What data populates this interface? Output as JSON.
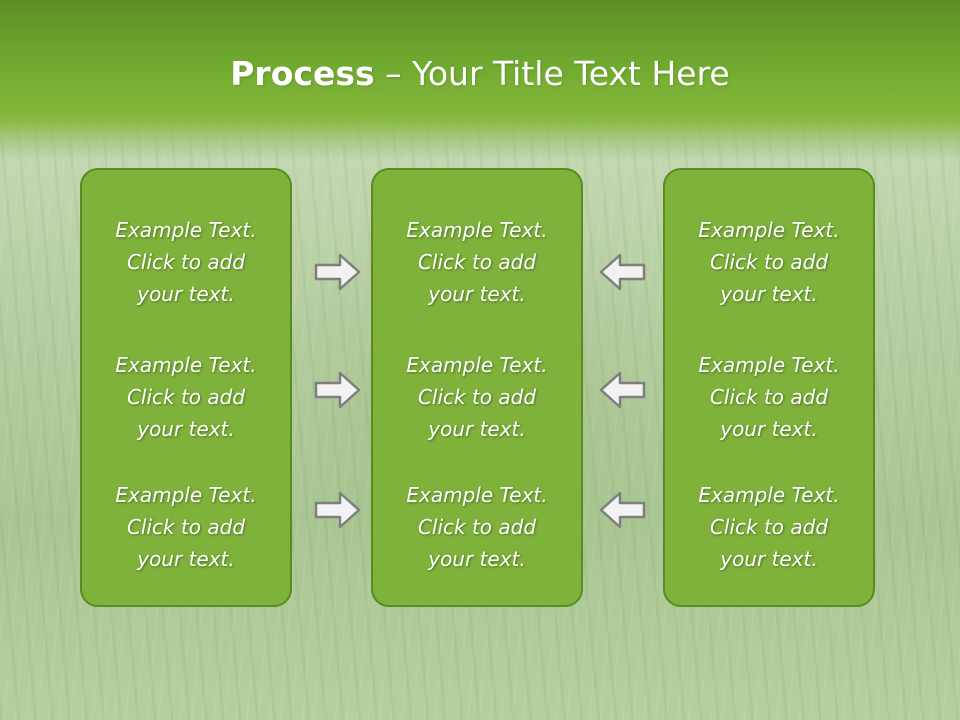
{
  "title": {
    "strong": "Process",
    "rest": " – Your Title Text Here"
  },
  "columns": [
    {
      "items": [
        {
          "line1": "Example Text.",
          "line2": "Click  to add",
          "line3": "your text."
        },
        {
          "line1": "Example Text.",
          "line2": "Click  to add",
          "line3": "your text."
        },
        {
          "line1": "Example Text.",
          "line2": "Click  to add",
          "line3": "your text."
        }
      ]
    },
    {
      "items": [
        {
          "line1": "Example Text.",
          "line2": "Click  to add",
          "line3": "your text."
        },
        {
          "line1": "Example Text.",
          "line2": "Click  to add",
          "line3": "your text."
        },
        {
          "line1": "Example Text.",
          "line2": "Click  to add",
          "line3": "your text."
        }
      ]
    },
    {
      "items": [
        {
          "line1": "Example Text.",
          "line2": "Click  to add",
          "line3": "your text."
        },
        {
          "line1": "Example Text.",
          "line2": "Click  to add",
          "line3": "your text."
        },
        {
          "line1": "Example Text.",
          "line2": "Click  to add",
          "line3": "your text."
        }
      ]
    }
  ],
  "icons": {
    "left_arrows": "arrow-right-icon",
    "right_arrows": "arrow-left-icon"
  },
  "colors": {
    "header_green": "#6ea82e",
    "box_green": "#7eb23a",
    "box_border": "#5a8a22",
    "arrow_fill": "#f2f2f2",
    "arrow_stroke": "#7f7f7f"
  }
}
